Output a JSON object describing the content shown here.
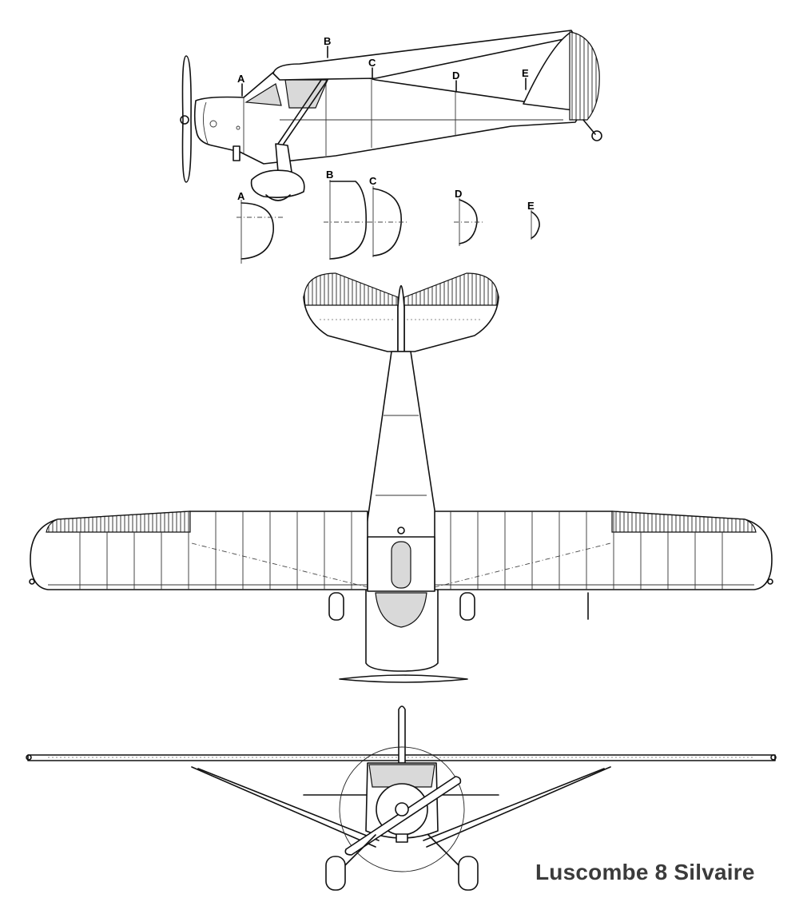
{
  "title": "Luscombe 8 Silvaire",
  "section_labels": {
    "a": "A",
    "b": "B",
    "c": "C",
    "d": "D",
    "e": "E"
  },
  "colors": {
    "line": "#111111",
    "glass": "#d9d9d9",
    "title": "#3b3b3b"
  }
}
